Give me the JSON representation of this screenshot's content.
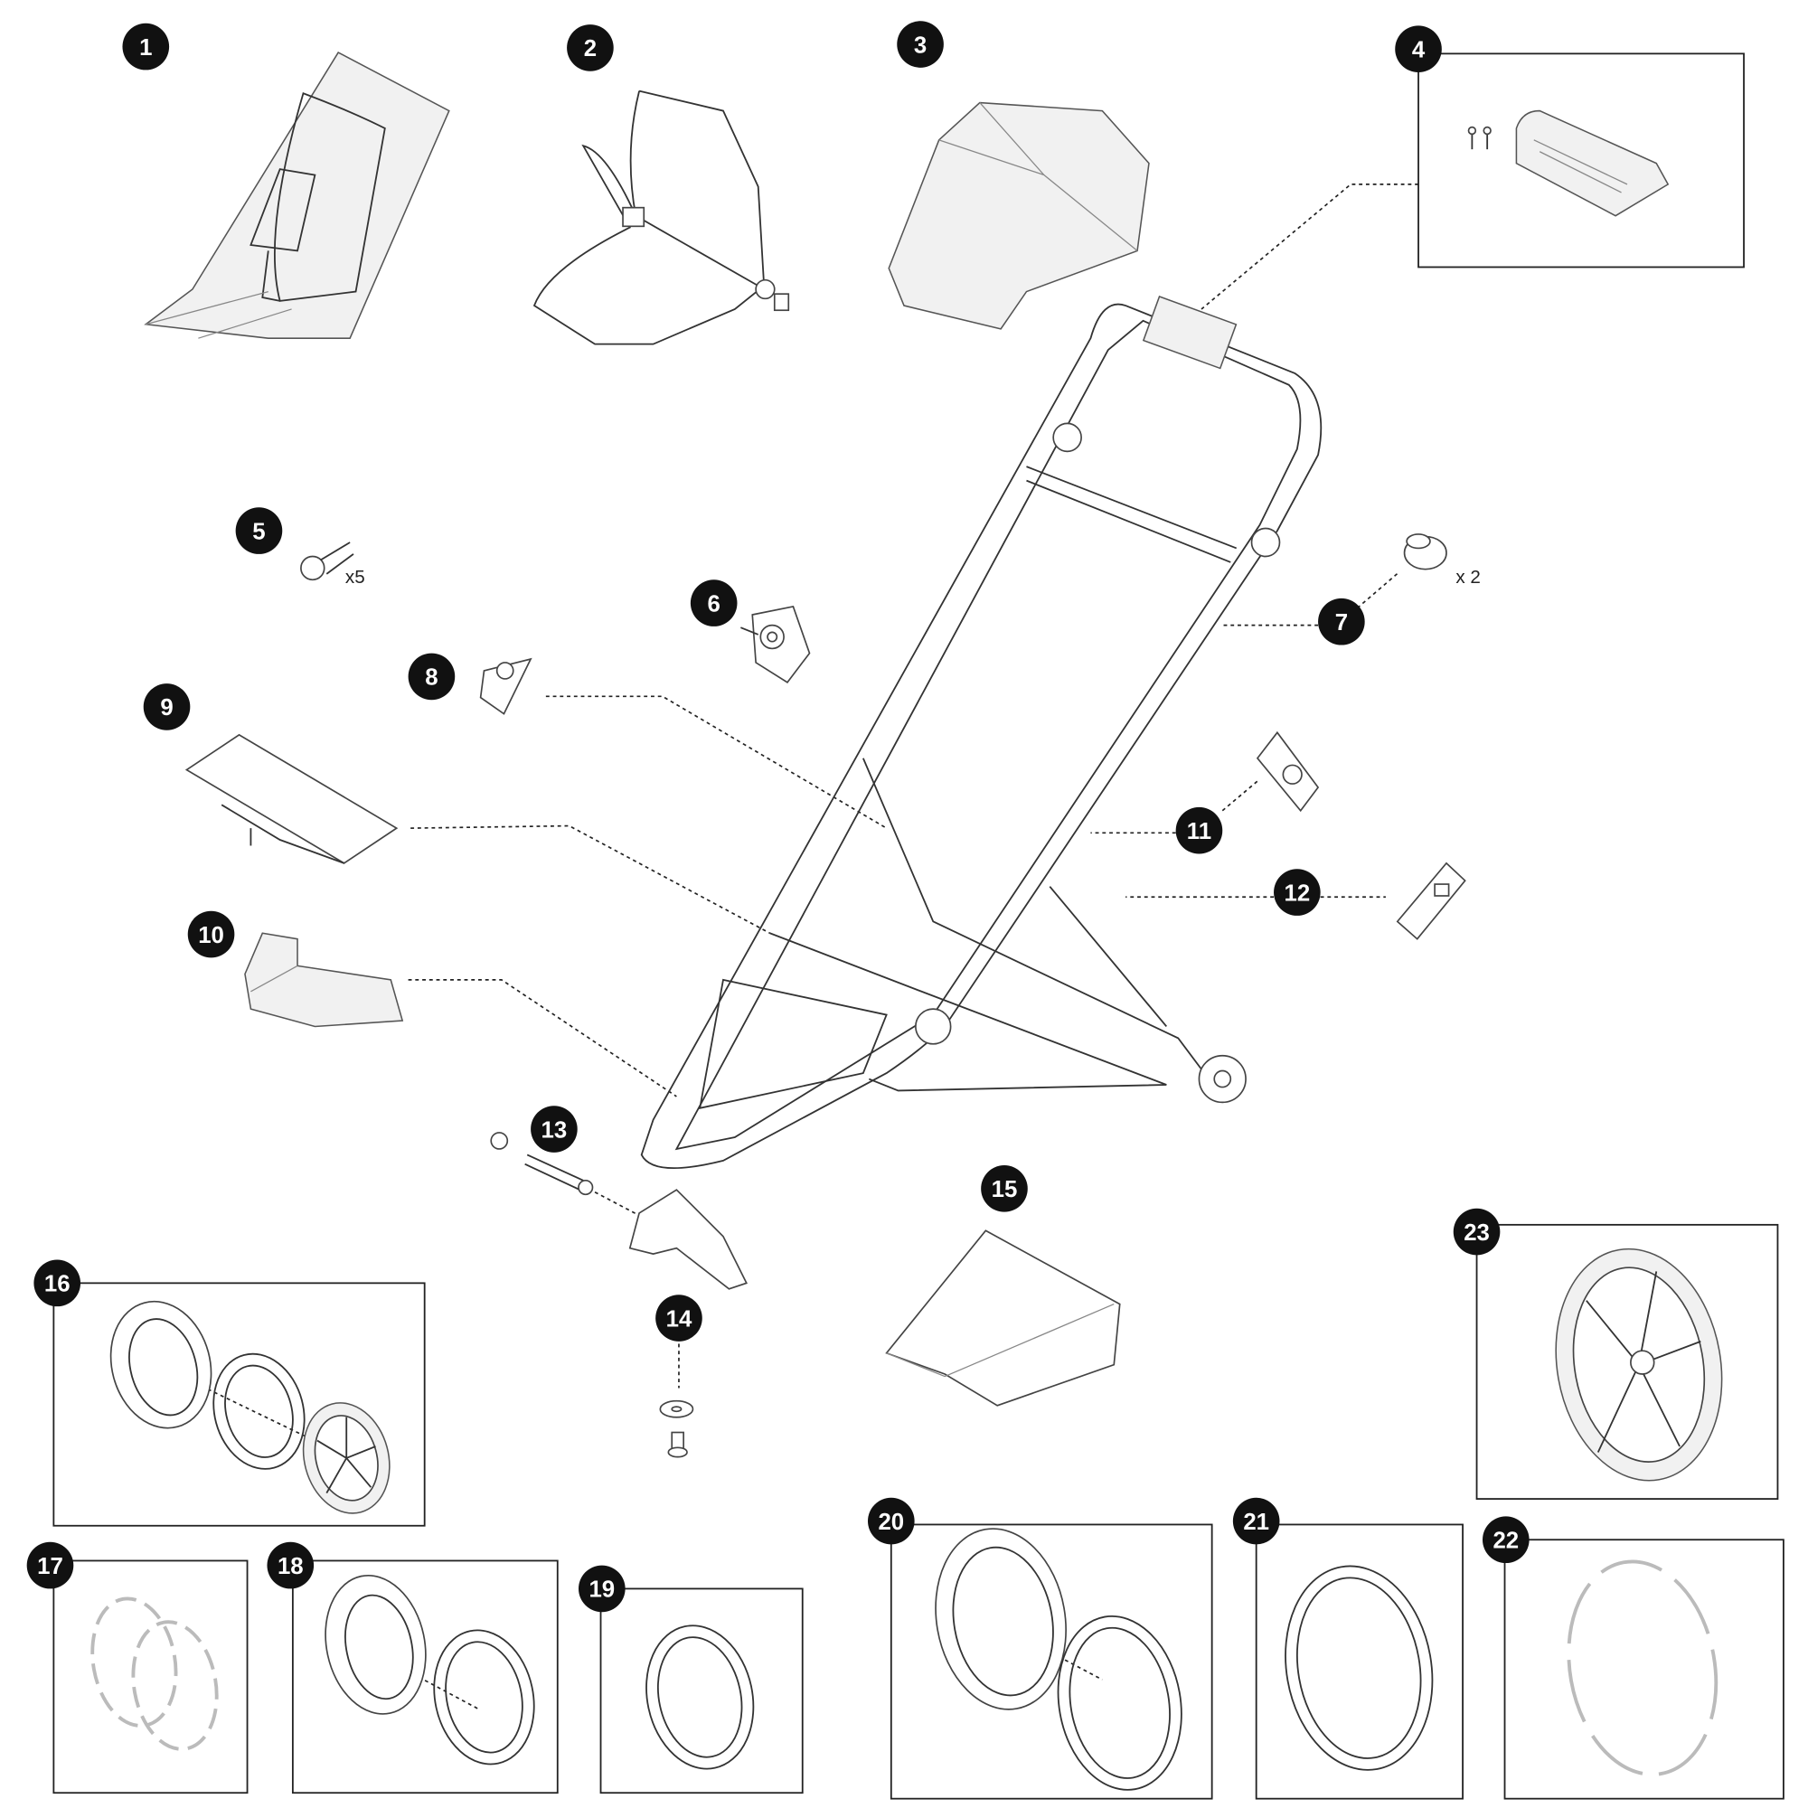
{
  "diagram": {
    "type": "exploded-parts-diagram",
    "callouts": [
      "1",
      "2",
      "3",
      "4",
      "5",
      "6",
      "7",
      "8",
      "9",
      "10",
      "11",
      "12",
      "13",
      "14",
      "15",
      "16",
      "17",
      "18",
      "19",
      "20",
      "21",
      "22",
      "23"
    ],
    "quantities": {
      "part5": "x5",
      "part7": "x 2"
    },
    "colors": {
      "badge": "#111111",
      "line": "#333333",
      "background": "#ffffff"
    }
  }
}
